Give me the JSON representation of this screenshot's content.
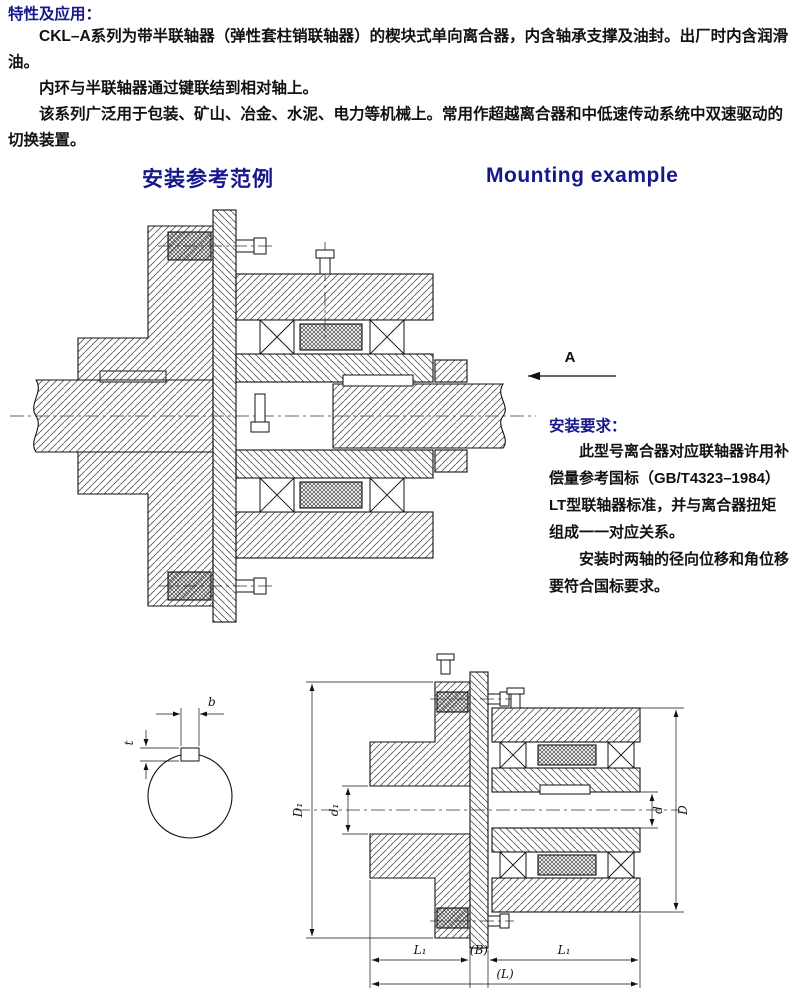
{
  "intro": {
    "title": "特性及应用：",
    "paragraphs": [
      "CKL–A系列为带半联轴器（弹性套柱销联轴器）的楔块式单向离合器，内含轴承支撑及油封。出厂时内含润滑油。",
      "内环与半联轴器通过键联结到相对轴上。",
      "该系列广泛用于包装、矿山、冶金、水泥、电力等机械上。常用作超越离合器和中低速传动系统中双速驱动的切换装置。"
    ]
  },
  "headings": {
    "zh": "安装参考范例",
    "en": "Mounting example"
  },
  "view_label": "A",
  "install": {
    "title": "安装要求：",
    "paragraphs": [
      "此型号离合器对应联轴器许用补偿量参考国标（GB/T4323–1984）LT型联轴器标准，并与离合器扭矩组成一一对应关系。",
      "安装时两轴的径向位移和角位移要符合国标要求。"
    ]
  },
  "dims": {
    "b": "b",
    "t": "t",
    "D1": "D₁",
    "d1": "d₁",
    "d": "d",
    "D": "D",
    "L1_left": "L₁",
    "B": "(B)",
    "L1_right": "L₁",
    "L": "(L)"
  },
  "colors": {
    "heading": "#17178c",
    "line": "#111111"
  }
}
